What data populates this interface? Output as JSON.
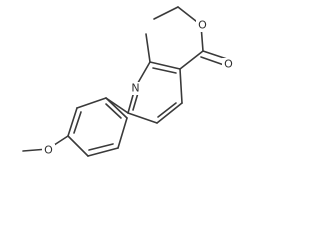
{
  "atoms": {
    "ring_nitrogen": "N",
    "carbonyl_oxygen": "O",
    "ester_oxygen": "O",
    "methoxy_oxygen": "O"
  }
}
